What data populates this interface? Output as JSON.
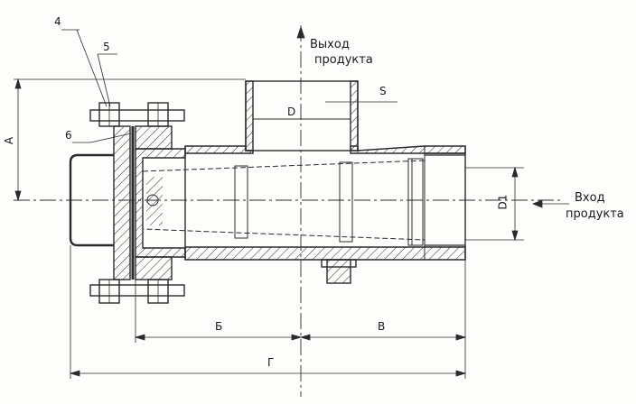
{
  "labels": {
    "outlet": [
      "Выход",
      "продукта"
    ],
    "inlet": [
      "Вход",
      "продукта"
    ],
    "callout_4": "4",
    "callout_5": "5",
    "callout_6": "6",
    "dim_A": "A",
    "dim_B_cyr": "Б",
    "dim_V": "В",
    "dim_G": "Г",
    "dim_D": "D",
    "dim_D1": "D1",
    "dim_S": "S"
  },
  "colors": {
    "ink": "#2a2a2a",
    "paper": "#fdfdfb"
  }
}
